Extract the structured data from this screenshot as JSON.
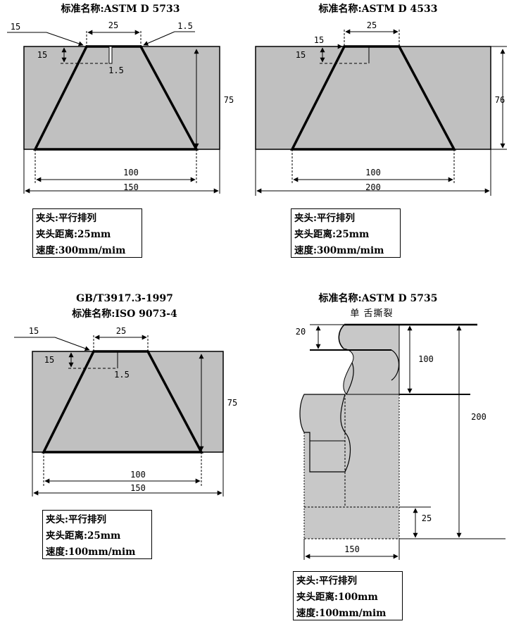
{
  "panels": [
    {
      "title": "标准名称:ASTM D 5733",
      "dims": {
        "top": "25",
        "corner_outer": "15",
        "corner_right": "1.5",
        "corner_inner": "15",
        "slit": "1.5",
        "height": "75",
        "bottom": "100",
        "width": "150"
      },
      "spec": [
        "夹头:平行排列",
        "夹头距离:25mm",
        "速度:300mm/mim"
      ]
    },
    {
      "title": "标准名称:ASTM D 4533",
      "dims": {
        "top": "25",
        "corner_outer": "15",
        "corner_inner": "15",
        "height": "76",
        "bottom": "100",
        "width": "200"
      },
      "spec": [
        "夹头:平行排列",
        "夹头距离:25mm",
        "速度:300mm/mim"
      ]
    },
    {
      "title": "GB/T3917.3-1997",
      "subtitle": "标准名称:ISO 9073-4",
      "dims": {
        "top": "25",
        "corner_outer": "15",
        "corner_inner": "15",
        "slit": "1.5",
        "height": "75",
        "bottom": "100",
        "width": "150"
      },
      "spec": [
        "夹头:平行排列",
        "夹头距离:25mm",
        "速度:100mm/mim"
      ]
    },
    {
      "title": "标准名称:ASTM D 5735",
      "caption": "单 舌撕裂",
      "dims": {
        "top": "20",
        "upper": "100",
        "total": "200",
        "bottom": "25",
        "width": "150"
      },
      "spec": [
        "夹头:平行排列",
        "夹头距离:100mm",
        "速度:100mm/mim"
      ]
    }
  ]
}
